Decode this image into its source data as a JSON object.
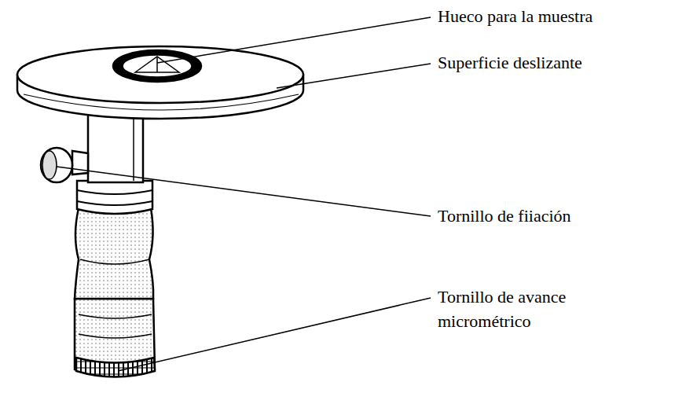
{
  "diagram": {
    "labels": [
      "Hueco para la muestra",
      "Superficie deslizante",
      "Tornillo de fiiación",
      "Tornillo de avance micrométrico"
    ]
  }
}
